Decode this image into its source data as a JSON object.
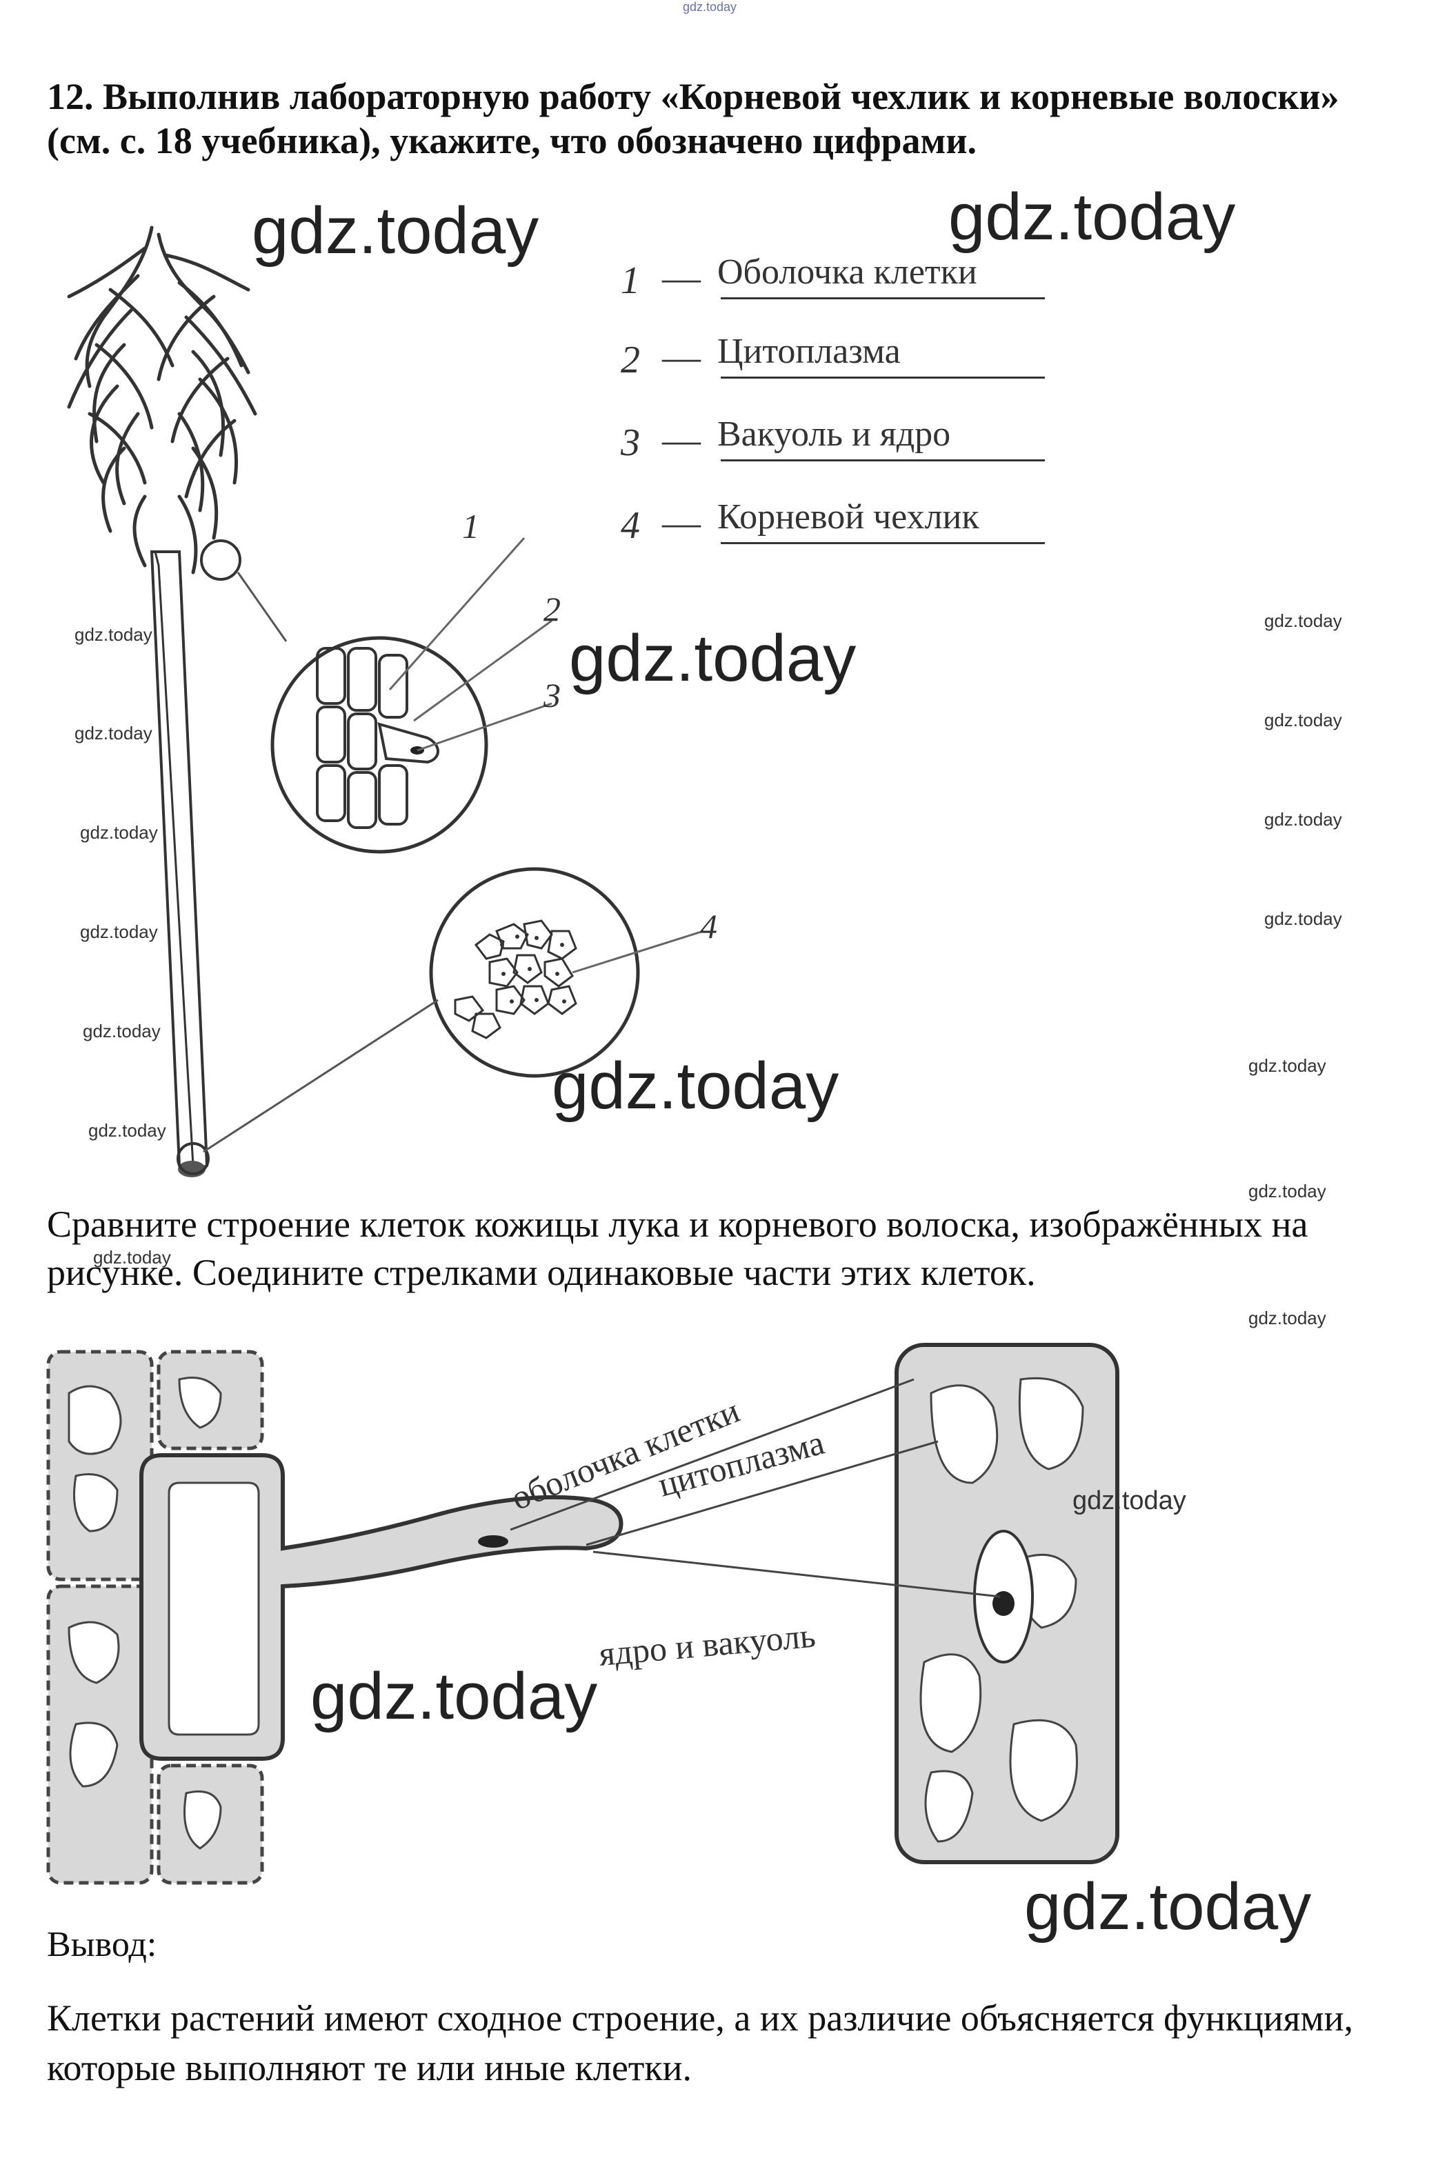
{
  "header": {
    "watermark": "gdz.today"
  },
  "task": {
    "title": "12. Выполнив лабораторную работу «Корневой чехлик и корневые волоски» (см. с. 18 учебника), укажите, что обозначено цифрами."
  },
  "labels": [
    {
      "num": "1",
      "text": "Оболочка клетки"
    },
    {
      "num": "2",
      "text": "Цитоплазма"
    },
    {
      "num": "3",
      "text": "Вакуоль и ядро"
    },
    {
      "num": "4",
      "text": "Корневой чехлик"
    }
  ],
  "figure1": {
    "callouts": [
      "1",
      "2",
      "3",
      "4"
    ]
  },
  "compare_text": "Сравните строение клеток кожицы лука и корневого волоска, изображённых на рисунке. Соедините стрелками одинаковые части этих клеток.",
  "figure2": {
    "label_membrane": "оболочка клетки",
    "label_cytoplasm": "цитоплазма",
    "label_nucleus": "ядро и вакуоль"
  },
  "conclusion": {
    "label": "Вывод:",
    "text": "Клетки растений имеют сходное строение, а их различие объясняется функциями, которые выполняют те или иные клетки."
  },
  "watermarks": {
    "big": "gdz.today",
    "small": "gdz.today"
  }
}
